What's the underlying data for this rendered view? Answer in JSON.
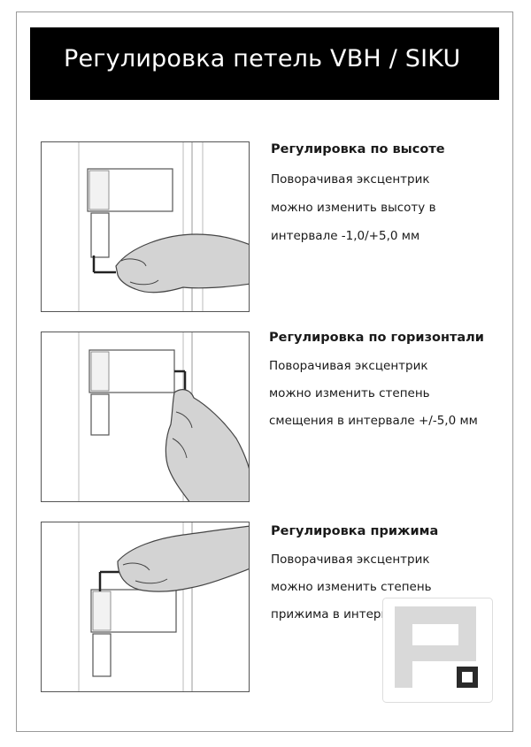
{
  "header": {
    "title": "Регулировка петель VBH / SIKU"
  },
  "sections": [
    {
      "title": "Регулировка по высоте",
      "lines": [
        "Поворачивая эксцентрик",
        "можно изменить высоту в",
        "интервале -1,0/+5,0 мм"
      ]
    },
    {
      "title": "Регулировка по горизонтали",
      "lines": [
        "Поворачивая эксцентрик",
        "можно изменить степень",
        "смещения в интервале +/-5,0 мм"
      ]
    },
    {
      "title": "Регулировка прижима",
      "lines": [
        "Поворачивая эксцентрик",
        "можно изменить степень",
        "прижима в интервале +/-2,0 мм"
      ]
    }
  ],
  "colors": {
    "header_bg": "#000000",
    "header_text": "#ffffff",
    "logo_gray": "#d9d9d9",
    "logo_dark": "#2a2a2a"
  },
  "icons": [
    "hinge-height-illustration",
    "hinge-horizontal-illustration",
    "hinge-pressure-illustration",
    "company-logo"
  ]
}
